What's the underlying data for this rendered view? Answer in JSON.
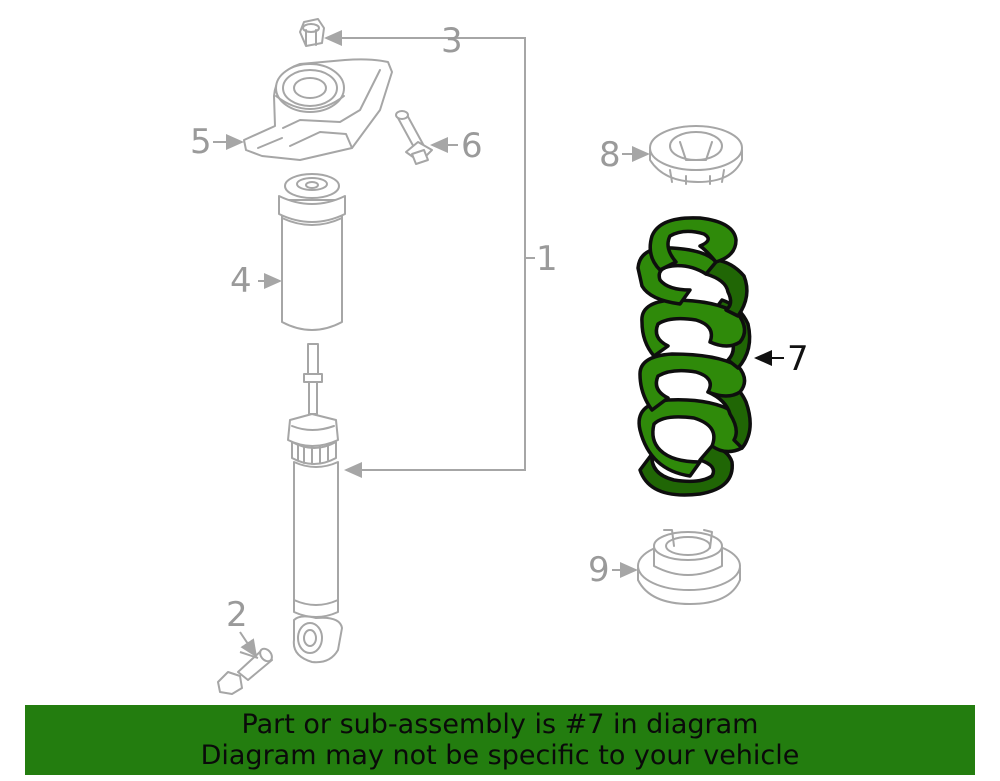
{
  "callouts": {
    "c1": "1",
    "c2": "2",
    "c3": "3",
    "c4": "4",
    "c5": "5",
    "c6": "6",
    "c7": "7",
    "c8": "8",
    "c9": "9"
  },
  "highlight_part": "7",
  "colors": {
    "highlight": "#2f8a0a",
    "banner": "#237d0f",
    "linework": "#a6a6a6"
  },
  "banner": {
    "line1": "Part or sub-assembly is #7 in diagram",
    "line2": "Diagram may not be specific to your vehicle"
  }
}
